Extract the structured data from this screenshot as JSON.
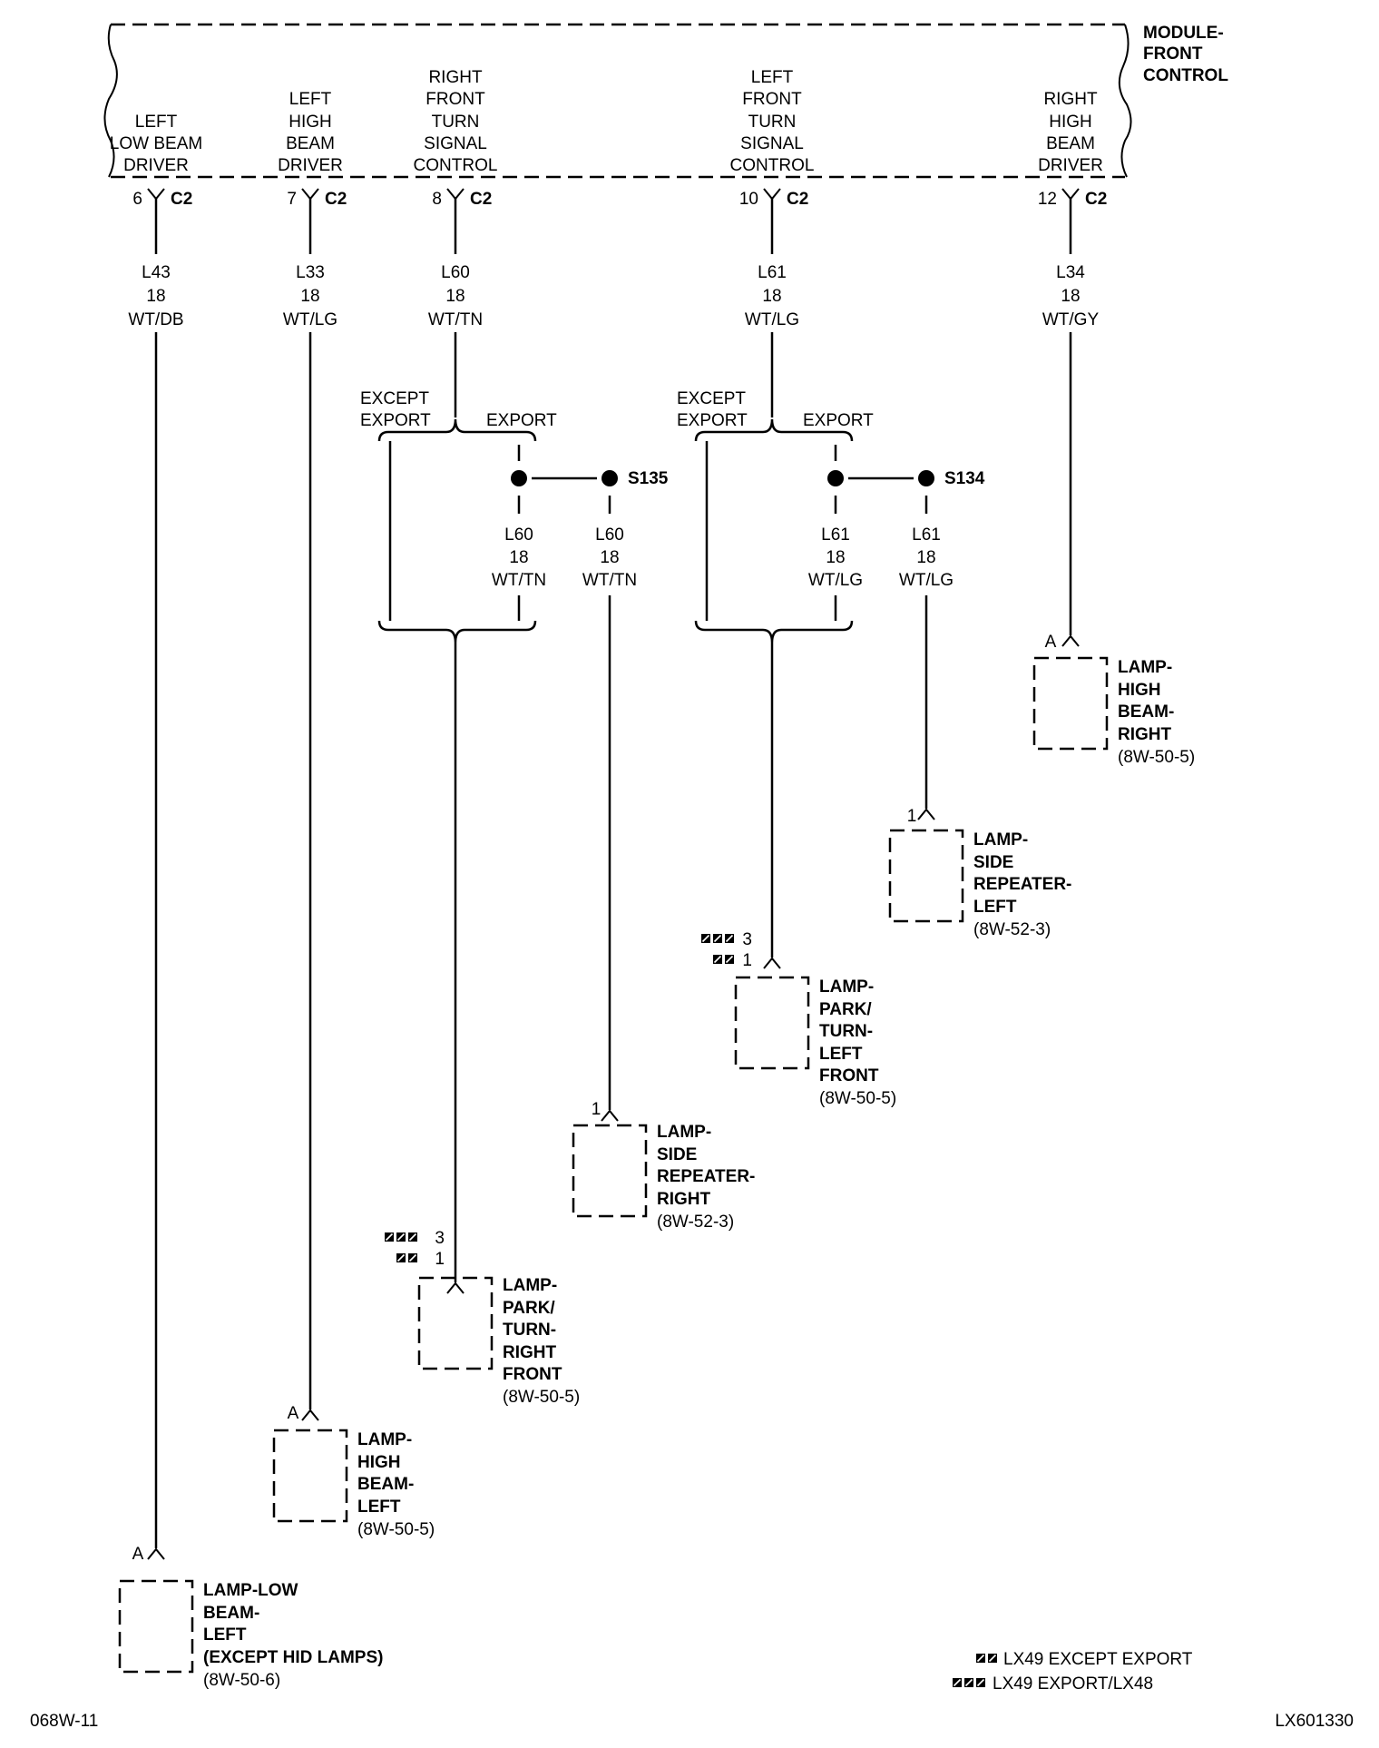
{
  "module": {
    "name": [
      "MODULE-",
      "FRONT",
      "CONTROL"
    ]
  },
  "module_pins": [
    {
      "label": [
        "LEFT",
        "LOW BEAM",
        "DRIVER"
      ],
      "pin": "6",
      "connector": "C2",
      "wire": [
        "L43",
        "18",
        "WT/DB"
      ]
    },
    {
      "label": [
        "LEFT",
        "HIGH",
        "BEAM",
        "DRIVER"
      ],
      "pin": "7",
      "connector": "C2",
      "wire": [
        "L33",
        "18",
        "WT/LG"
      ]
    },
    {
      "label": [
        "RIGHT",
        "FRONT",
        "TURN",
        "SIGNAL",
        "CONTROL"
      ],
      "pin": "8",
      "connector": "C2",
      "wire": [
        "L60",
        "18",
        "WT/TN"
      ]
    },
    {
      "label": [
        "LEFT",
        "FRONT",
        "TURN",
        "SIGNAL",
        "CONTROL"
      ],
      "pin": "10",
      "connector": "C2",
      "wire": [
        "L61",
        "18",
        "WT/LG"
      ]
    },
    {
      "label": [
        "RIGHT",
        "HIGH",
        "BEAM",
        "DRIVER"
      ],
      "pin": "12",
      "connector": "C2",
      "wire": [
        "L34",
        "18",
        "WT/GY"
      ]
    }
  ],
  "branches": [
    {
      "except": [
        "EXCEPT",
        "EXPORT"
      ],
      "export": "EXPORT",
      "splice": "S135",
      "wire_a": [
        "L60",
        "18",
        "WT/TN"
      ],
      "wire_b": [
        "L60",
        "18",
        "WT/TN"
      ]
    },
    {
      "except": [
        "EXCEPT",
        "EXPORT"
      ],
      "export": "EXPORT",
      "splice": "S134",
      "wire_a": [
        "L61",
        "18",
        "WT/LG"
      ],
      "wire_b": [
        "L61",
        "18",
        "WT/LG"
      ]
    }
  ],
  "components": [
    {
      "id": "lamp-high-beam-right",
      "pin": "A",
      "name": [
        "LAMP-",
        "HIGH",
        "BEAM-",
        "RIGHT"
      ],
      "ref": "(8W-50-5)"
    },
    {
      "id": "lamp-side-repeater-left",
      "pin": "1",
      "name": [
        "LAMP-",
        "SIDE",
        "REPEATER-",
        "LEFT"
      ],
      "ref": "(8W-52-3)"
    },
    {
      "id": "lamp-park-turn-left-front",
      "pins": [
        "3",
        "1"
      ],
      "name": [
        "LAMP-",
        "PARK/",
        "TURN-",
        "LEFT",
        "FRONT"
      ],
      "ref": "(8W-50-5)"
    },
    {
      "id": "lamp-side-repeater-right",
      "pin": "1",
      "name": [
        "LAMP-",
        "SIDE",
        "REPEATER-",
        "RIGHT"
      ],
      "ref": "(8W-52-3)"
    },
    {
      "id": "lamp-park-turn-right-front",
      "pins": [
        "3",
        "1"
      ],
      "name": [
        "LAMP-",
        "PARK/",
        "TURN-",
        "RIGHT",
        "FRONT"
      ],
      "ref": "(8W-50-5)"
    },
    {
      "id": "lamp-high-beam-left",
      "pin": "A",
      "name": [
        "LAMP-",
        "HIGH",
        "BEAM-",
        "LEFT"
      ],
      "ref": "(8W-50-5)"
    },
    {
      "id": "lamp-low-beam-left",
      "pin": "A",
      "name": [
        "LAMP-LOW",
        "BEAM-",
        "LEFT",
        "(EXCEPT HID LAMPS)"
      ],
      "ref": "(8W-50-6)"
    }
  ],
  "legend": [
    {
      "symbol": "two-square-icon",
      "text": "LX49 EXCEPT EXPORT"
    },
    {
      "symbol": "three-square-icon",
      "text": "LX49 EXPORT/LX48"
    }
  ],
  "footer": {
    "left": "068W-11",
    "right": "LX601330"
  }
}
